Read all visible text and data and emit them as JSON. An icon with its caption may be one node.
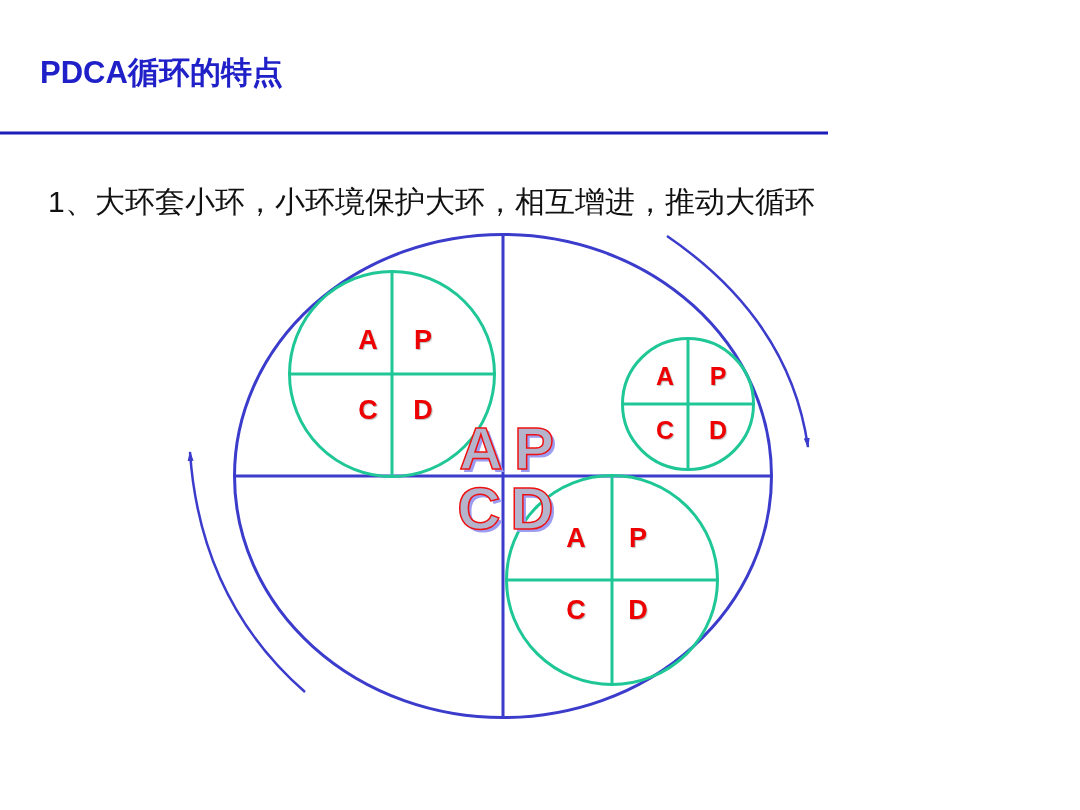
{
  "diagram": {
    "title": "PDCA循环的特点",
    "nodes": [
      {
        "text": [
          "A",
          "P",
          "C",
          "D"
        ]
      },
      {
        "text": [
          "A",
          "P",
          "C",
          "D"
        ],
        "in": 0
      },
      {
        "text": [
          "A",
          "P",
          "C",
          "D"
        ],
        "in": 0
      },
      {
        "text": [
          "A",
          "P",
          "C",
          "D"
        ],
        "in": 0
      }
    ],
    "labels": [
      "1、大环套小环，小环境保护大环，相互增进，推动大循环"
    ]
  }
}
